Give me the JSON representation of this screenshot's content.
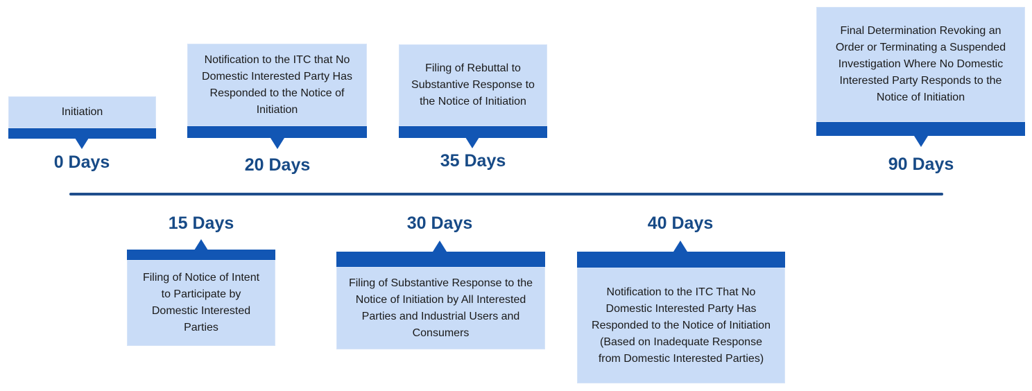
{
  "events": [
    {
      "day": "0 Days",
      "text": "Initiation"
    },
    {
      "day": "15 Days",
      "text": "Filing of Notice of Intent to Participate by Domestic Interested Parties"
    },
    {
      "day": "20 Days",
      "text": "Notification to the ITC that No Domestic Interested Party Has Responded to the Notice of Initiation"
    },
    {
      "day": "30 Days",
      "text": "Filing of Substantive Response to the Notice of Initiation by All Interested Parties and Industrial Users and Consumers"
    },
    {
      "day": "35 Days",
      "text": "Filing of Rebuttal to Substantive Response to the Notice of Initiation"
    },
    {
      "day": "40 Days",
      "text": "Notification to the ITC That No Domestic Interested Party Has Responded to the Notice of Initiation (Based on Inadequate Response from Domestic Interested Parties)"
    },
    {
      "day": "90 Days",
      "text": "Final Determination Revoking an Order or Terminating a Suspended Investigation Where No Domestic Interested Party Responds to the Notice of Initiation"
    }
  ],
  "colors": {
    "line": "#1f4e8c",
    "bar": "#1256b4",
    "box": "#c9dcf7",
    "label": "#174a86"
  }
}
